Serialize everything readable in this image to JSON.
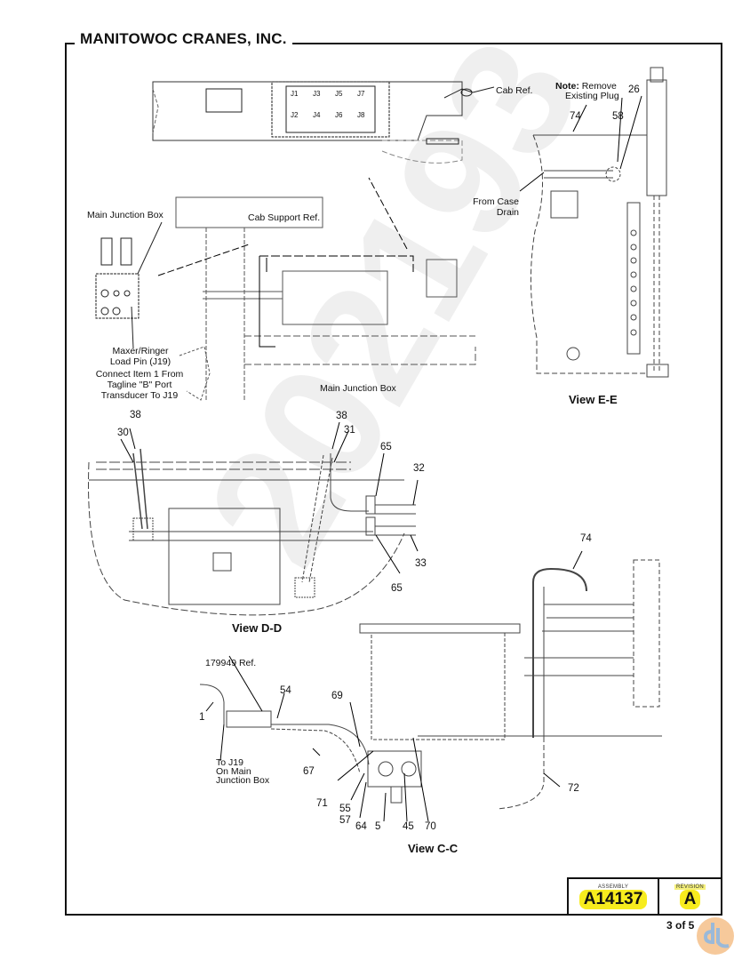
{
  "header": {
    "company": "MANITOWOC CRANES, INC."
  },
  "watermark": {
    "text": "202193"
  },
  "top_view": {
    "connector_labels": [
      "J1",
      "J3",
      "J5",
      "J7",
      "J2",
      "J4",
      "J6",
      "J8"
    ],
    "cab_ref": "Cab Ref."
  },
  "view_ee": {
    "note_bold": "Note:",
    "note_text_1": "Remove",
    "note_text_2": "Existing Plug",
    "callouts": {
      "c26": "26",
      "c74": "74",
      "c58": "58"
    },
    "from_case_drain_1": "From Case",
    "from_case_drain_2": "Drain",
    "title": "View E-E"
  },
  "junction_section": {
    "main_junction_box_top": "Main Junction Box",
    "cab_support_ref": "Cab Support Ref.",
    "maxer_line1": "Maxer/Ringer",
    "maxer_line2": "Load Pin (J19)",
    "connect_line1": "Connect Item 1 From",
    "connect_line2": "Tagline \"B\" Port",
    "connect_line3": "Transducer To J19",
    "main_junction_box_bottom": "Main Junction Box"
  },
  "view_dd": {
    "callouts": {
      "left38": "38",
      "left30": "30",
      "right38": "38",
      "right31": "31",
      "top65": "65",
      "c32": "32",
      "c33": "33",
      "bottom65": "65"
    },
    "title": "View D-D"
  },
  "view_cc": {
    "ref": "179949 Ref.",
    "callouts": {
      "c1": "1",
      "c54": "54",
      "c69": "69",
      "c67": "67",
      "c71": "71",
      "c55": "55",
      "c57": "57",
      "c64": "64",
      "c5": "5",
      "c45": "45",
      "c70": "70",
      "c74": "74",
      "c72": "72"
    },
    "to_j19_1": "To J19",
    "to_j19_2": "On Main",
    "to_j19_3": "Junction Box",
    "title": "View C-C"
  },
  "title_block": {
    "assembly_caption": "ASSEMBLY",
    "assembly_value": "A14137",
    "revision_caption": "REVISION",
    "revision_value": "A",
    "highlight_color": "#f7ec1e"
  },
  "page_indicator": "3 of 5",
  "logo": {
    "icon": "site-logo-icon",
    "colors": [
      "#f3b77a",
      "#9ab9d9"
    ]
  }
}
